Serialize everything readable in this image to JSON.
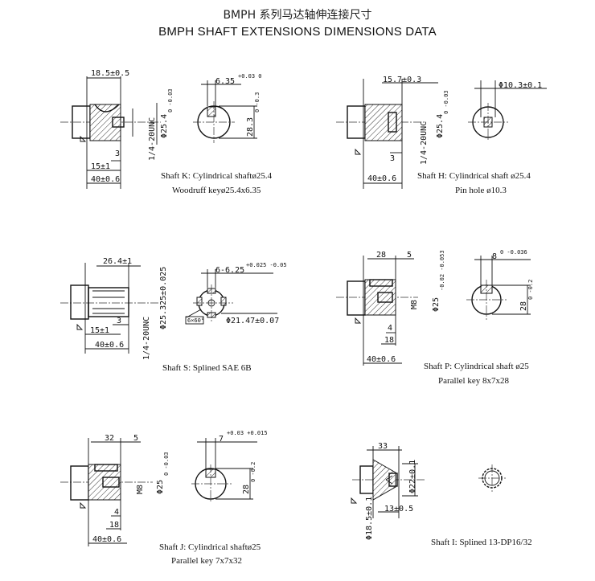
{
  "header": {
    "title_cn": "BMPH 系列马达轴伸连接尺寸",
    "title_en": "BMPH SHAFT EXTENSIONS DIMENSIONS DATA"
  },
  "shaft_k": {
    "caption_1": "Shaft K: Cylindrical shaftø25.4",
    "caption_2": "Woodruff keyø25.4x6.35",
    "dim_top": "18.5±0.5",
    "dim_thread": "1/4-20UNC",
    "dim_dia": "Φ25.4",
    "dim_dia_tol": "0 -0.03",
    "dim_3": "3",
    "dim_15": "15±1",
    "dim_40": "40±0.6",
    "dim_key_w": "6.35",
    "dim_key_w_tol": "+0.03 0",
    "dim_key_h": "28.3",
    "dim_key_h_tol": "0 -0.3"
  },
  "shaft_h": {
    "caption_1": "Shaft H: Cylindrical shaft ø25.4",
    "caption_2": "Pin hole ø10.3",
    "dim_top": "15.7±0.3",
    "dim_thread": "1/4-20UNC",
    "dim_dia": "Φ25.4",
    "dim_dia_tol": "0 -0.03",
    "dim_3": "3",
    "dim_40": "40±0.6",
    "dim_pin": "Φ10.3±0.1"
  },
  "shaft_s": {
    "caption_1": "Shaft S: Splined SAE 6B",
    "dim_top": "26.4±1",
    "dim_dia": "Φ25.325±0.025",
    "dim_thread": "1/4-20UNC",
    "dim_3": "3",
    "dim_15": "15±1",
    "dim_40": "40±0.6",
    "dim_spline_w": "6-6.25",
    "dim_spline_w_tol": "+0.025 -0.05",
    "dim_spline_d": "Φ21.47±0.07",
    "dim_angle": "6×60°"
  },
  "shaft_p": {
    "caption_1": "Shaft P: Cylindrical shaft ø25",
    "caption_2": "Parallel key  8x7x28",
    "dim_28": "28",
    "dim_5": "5",
    "dim_m8": "M8",
    "dim_dia": "Φ25",
    "dim_dia_tol": "-0.02 -0.053",
    "dim_4": "4",
    "dim_18": "18",
    "dim_40": "40±0.6",
    "dim_key_w": "8",
    "dim_key_w_tol": "0 -0.036",
    "dim_key_h": "28",
    "dim_key_h_tol": "0 -0.2"
  },
  "shaft_j": {
    "caption_1": "Shaft J: Cylindrical shaftø25",
    "caption_2": "Parallel key  7x7x32",
    "dim_32": "32",
    "dim_5": "5",
    "dim_m8": "M8",
    "dim_dia": "Φ25",
    "dim_dia_tol": "0 -0.03",
    "dim_4": "4",
    "dim_18": "18",
    "dim_40": "40±0.6",
    "dim_key_w": "7",
    "dim_key_w_tol": "+0.03 +0.015",
    "dim_key_h": "28",
    "dim_key_h_tol": "0 -0.2"
  },
  "shaft_i": {
    "caption_1": "Shaft I: Splined 13-DP16/32",
    "dim_33": "33",
    "dim_dia22": "Φ22±0.1",
    "dim_dia18": "Φ18.5±0.1",
    "dim_13": "13±0.5"
  }
}
